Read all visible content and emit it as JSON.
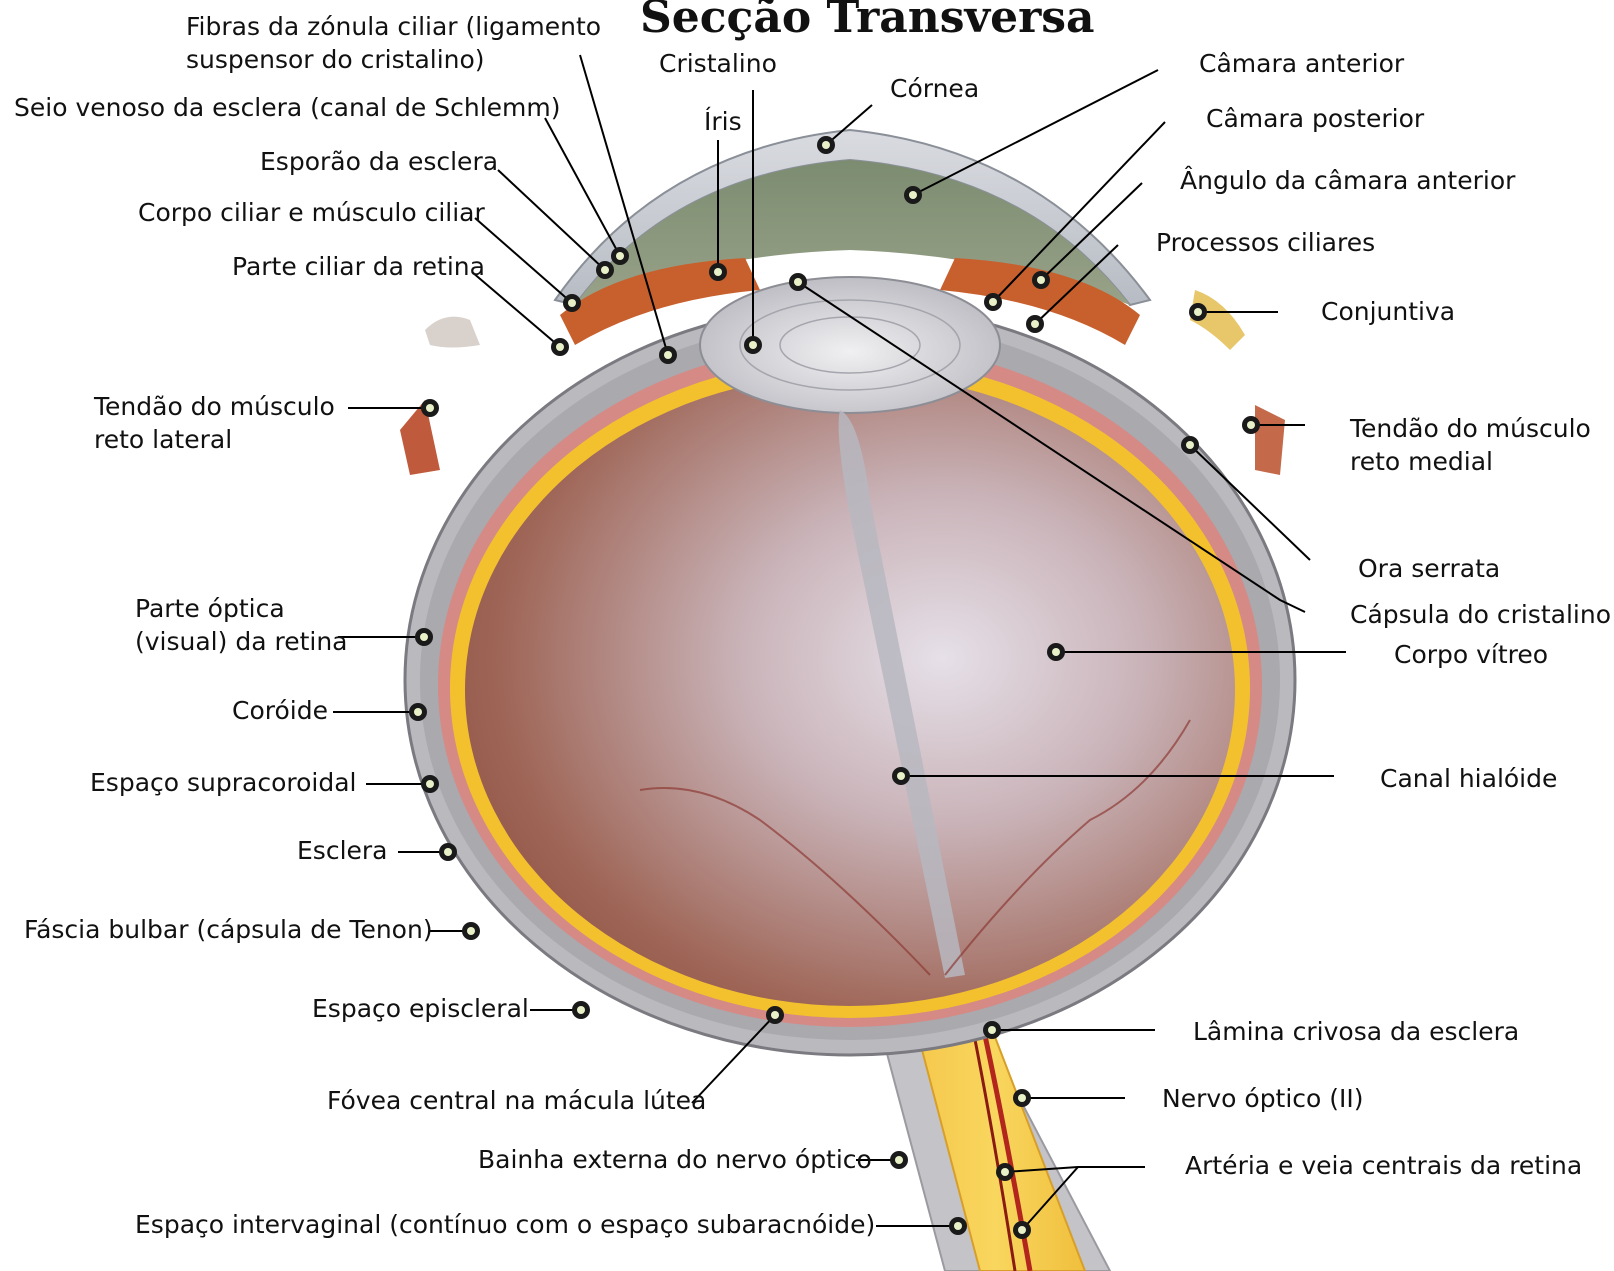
{
  "title": "Secção Transversa",
  "labels": {
    "fibras": "Fibras da zónula ciliar (ligamento\nsuspensor do cristalino)",
    "seio": "Seio venoso da esclera (canal de Schlemm)",
    "esporao": "Esporão da esclera",
    "corpo_ciliar": "Corpo ciliar e músculo ciliar",
    "parte_ciliar": "Parte ciliar da retina",
    "tendao_lateral": "Tendão do músculo\nreto lateral",
    "parte_optica": "Parte óptica\n(visual) da retina",
    "coroide": "Coróide",
    "supracoroidal": "Espaço supracoroidal",
    "esclera": "Esclera",
    "fascia": "Fáscia bulbar (cápsula de Tenon)",
    "episcleral": "Espaço episcleral",
    "fovea": "Fóvea central na mácula lútea",
    "bainha": "Bainha externa do nervo óptico",
    "intervaginal": "Espaço intervaginal (contínuo com o espaço subaracnóide)",
    "cristalino": "Cristalino",
    "iris": "Íris",
    "cornea": "Córnea",
    "camara_anterior": "Câmara anterior",
    "camara_posterior": "Câmara posterior",
    "angulo": "Ângulo da câmara anterior",
    "processos": "Processos ciliares",
    "conjuntiva": "Conjuntiva",
    "tendao_medial": "Tendão do músculo\nreto medial",
    "ora": "Ora serrata",
    "capsula": "Cápsula do cristalino",
    "vitreo": "Corpo vítreo",
    "hialoide": "Canal hialóide",
    "lamina": "Lâmina crivosa da esclera",
    "nervo": "Nervo óptico (II)",
    "arteria": "Artéria e veia centrais da retina"
  }
}
